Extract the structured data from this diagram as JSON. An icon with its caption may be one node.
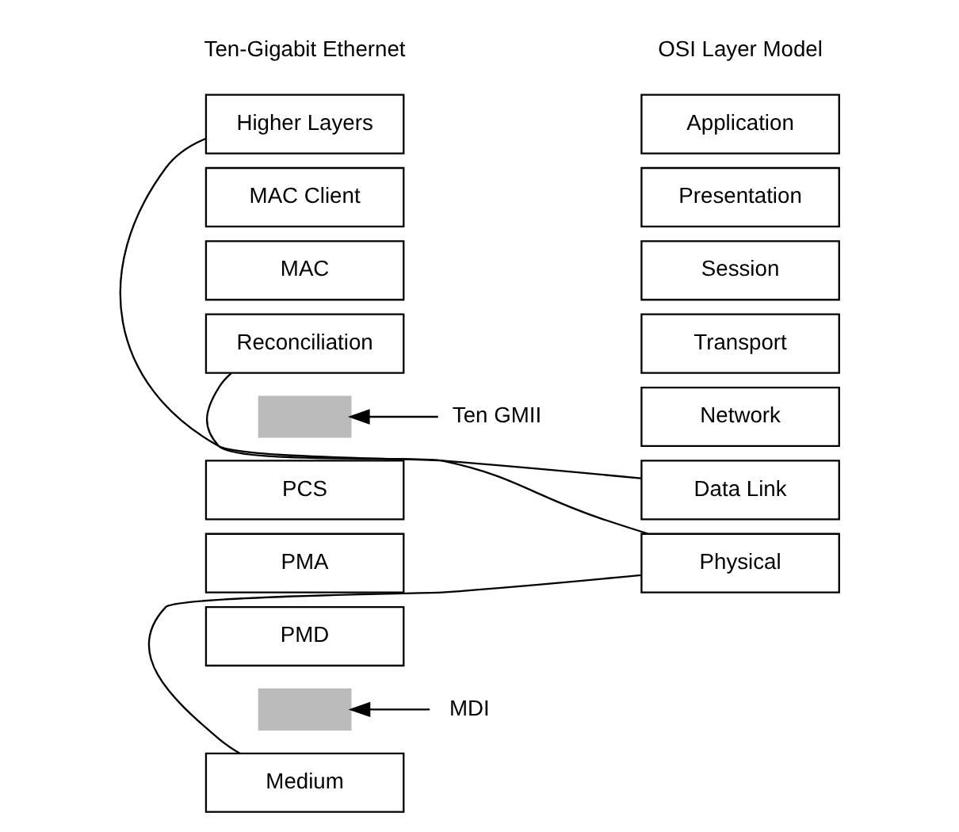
{
  "diagram": {
    "nodes": [
      {
        "text": [
          "Application"
        ]
      },
      {
        "text": [
          "Presentation"
        ]
      },
      {
        "text": [
          "Session"
        ]
      },
      {
        "text": [
          "Transport"
        ]
      },
      {
        "text": [
          "Network"
        ]
      },
      {
        "text": [
          "Data Link"
        ]
      },
      {
        "text": [
          "Physical"
        ]
      },
      {
        "text": [
          "Higher Layers"
        ]
      },
      {
        "text": [
          "MAC Client"
        ]
      },
      {
        "text": [
          "MAC"
        ]
      },
      {
        "text": [
          "Reconciliation"
        ]
      },
      {
        "text": [],
        "shape": "bar"
      },
      {
        "text": [
          "Ten GMII"
        ]
      },
      {
        "text": [
          "PCS"
        ]
      },
      {
        "text": [
          "PMA"
        ]
      },
      {
        "text": [
          "PMD"
        ]
      },
      {
        "text": [],
        "shape": "bar"
      },
      {
        "text": [
          "MDI"
        ]
      },
      {
        "text": [
          "Medium"
        ]
      }
    ],
    "edges": [
      {
        "from": 5,
        "to": 7,
        "arrow": "none"
      },
      {
        "from": 6,
        "to": 10,
        "arrow": "none"
      },
      {
        "from": 6,
        "to": 18,
        "arrow": "none"
      },
      {
        "from": 12,
        "to": 11,
        "arrow": "to"
      },
      {
        "from": 17,
        "to": 16,
        "arrow": "to"
      }
    ],
    "labels": [
      "OSI Layer Model",
      "Ten-Gigabit Ethernet"
    ]
  }
}
